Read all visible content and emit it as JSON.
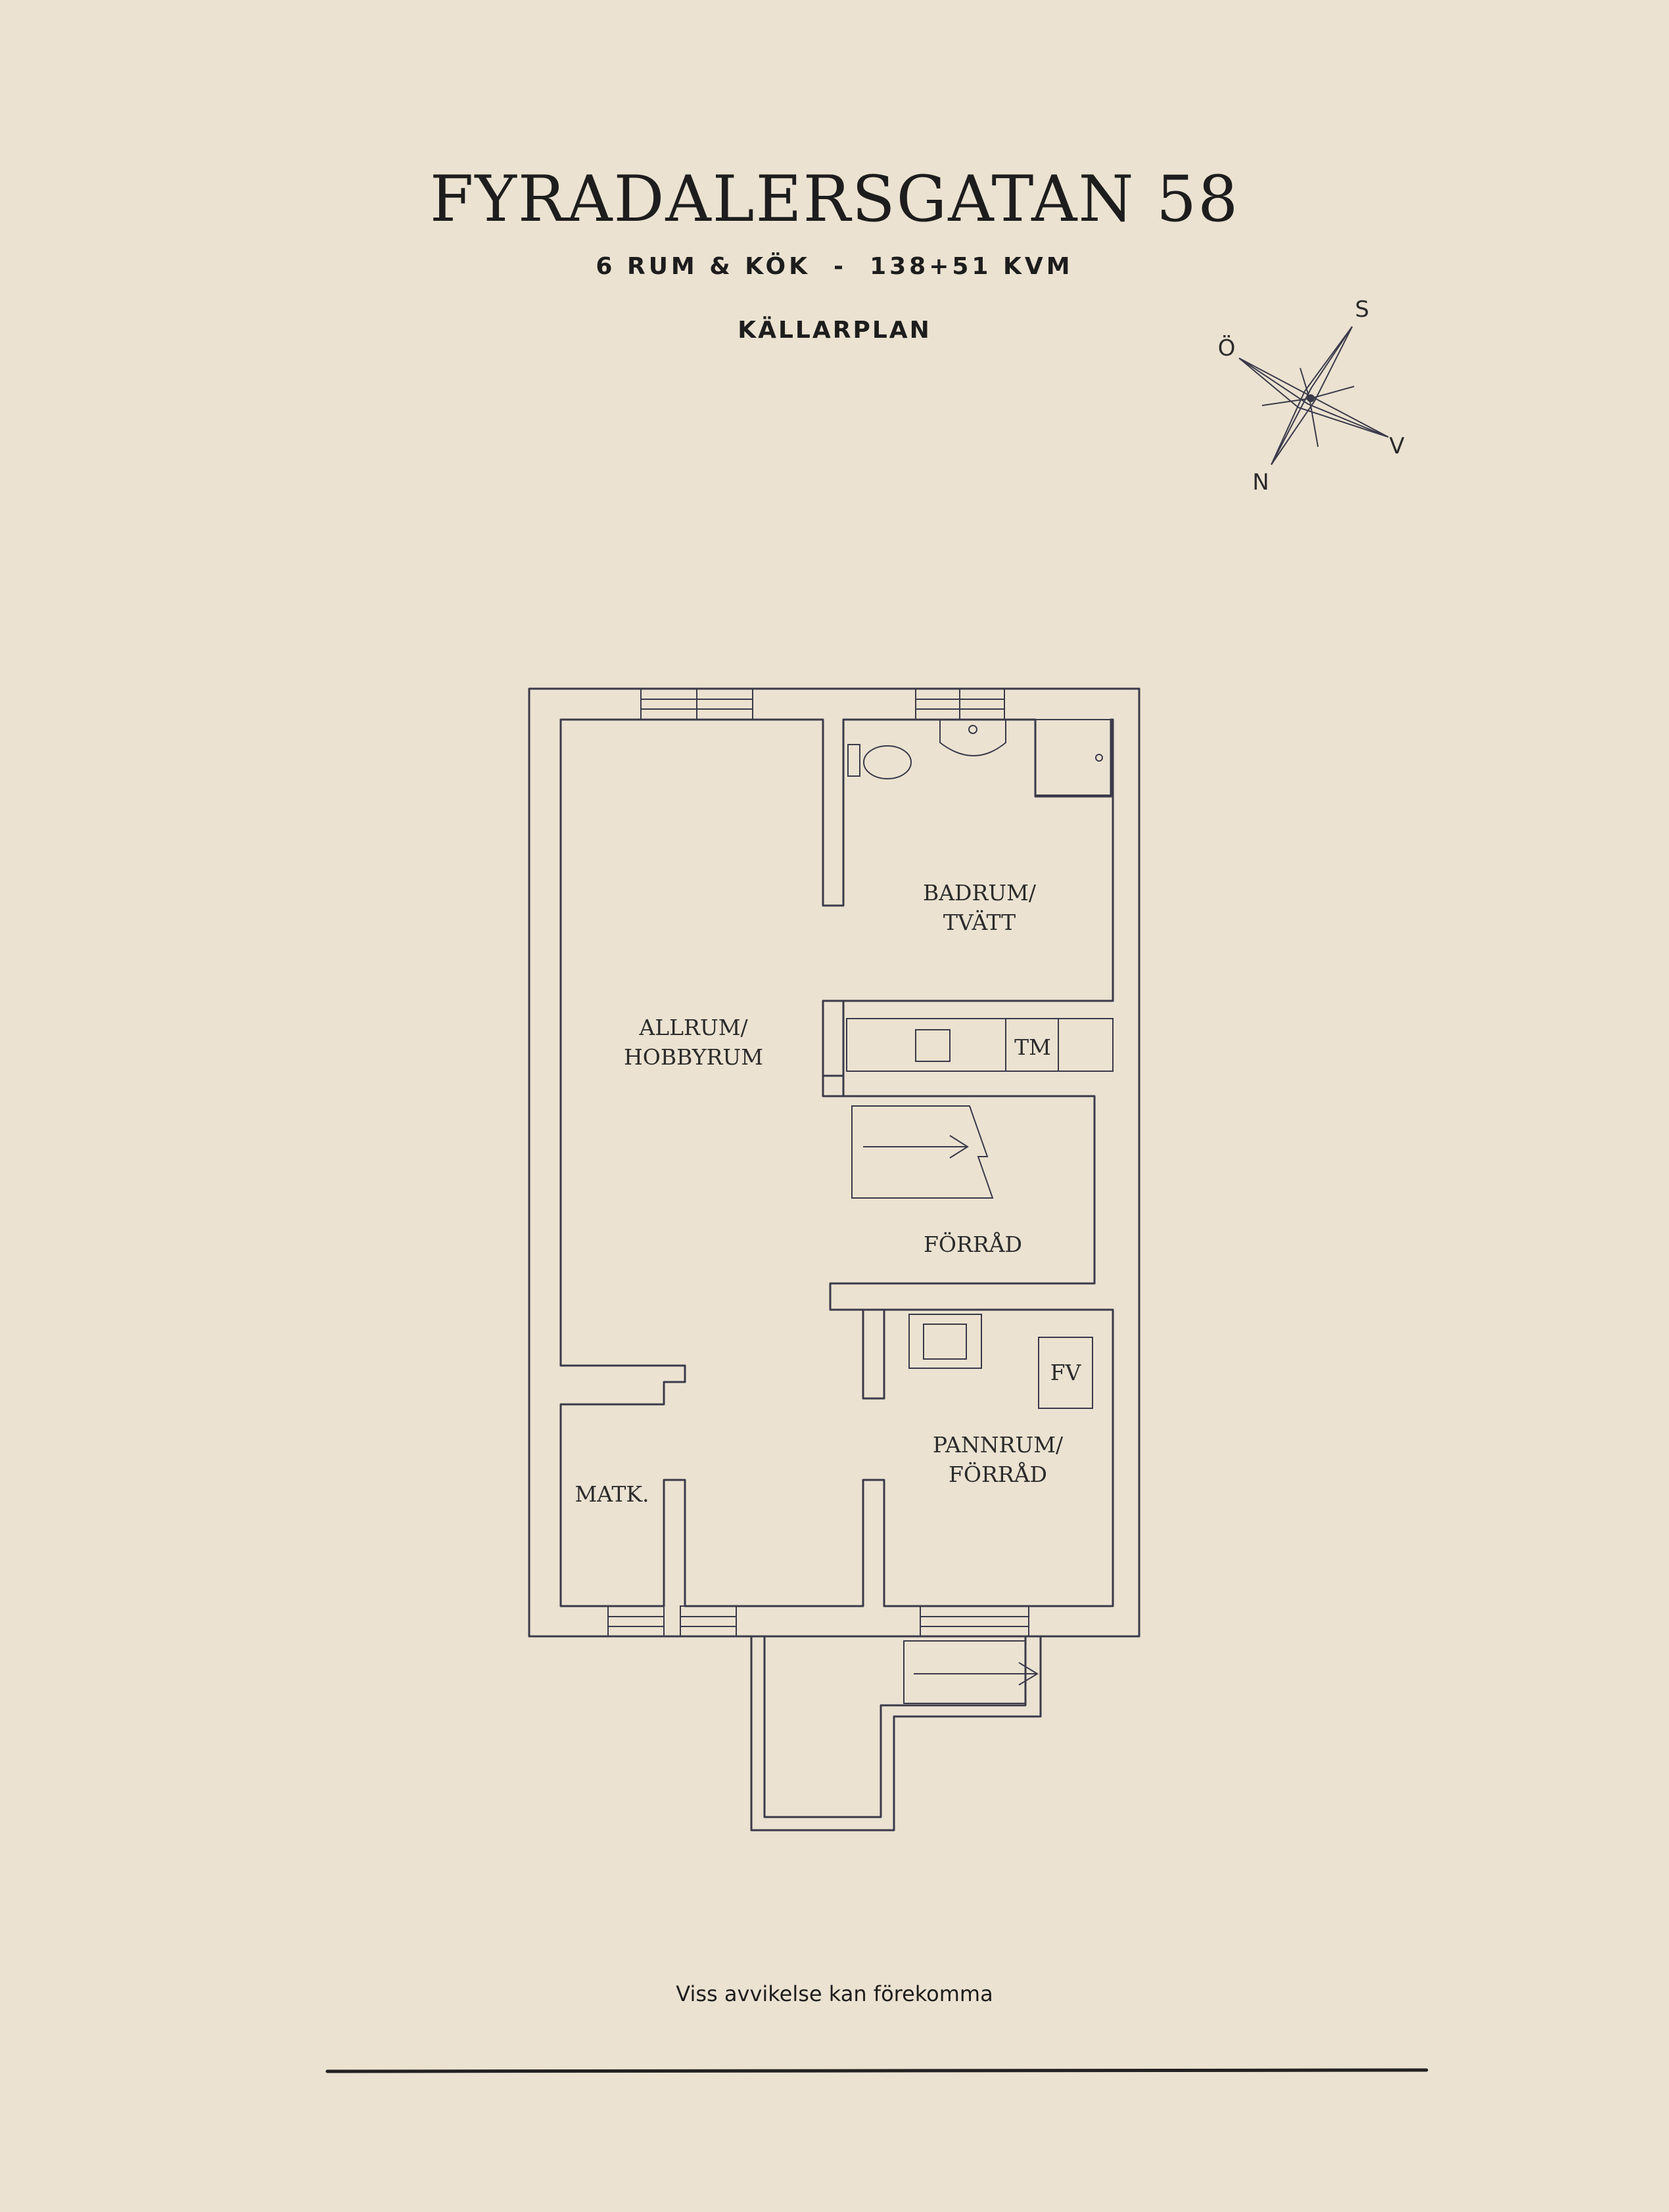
{
  "header": {
    "title": "FYRADALERSGATAN 58",
    "subtitle": "6 RUM & KÖK  -  138+51 KVM",
    "level": "KÄLLARPLAN"
  },
  "compass": {
    "north": "N",
    "south": "S",
    "east": "Ö",
    "west": "V"
  },
  "rooms": {
    "badrum_line1": "BADRUM/",
    "badrum_line2": "TVÄTT",
    "allrum_line1": "ALLRUM/",
    "allrum_line2": "HOBBYRUM",
    "tm": "TM",
    "forrad": "FÖRRÅD",
    "fv": "FV",
    "pannrum_line1": "PANNRUM/",
    "pannrum_line2": "FÖRRÅD",
    "matk": "MATK."
  },
  "footer": {
    "disclaimer": "Viss avvikelse kan förekomma"
  },
  "colors": {
    "background": "#ebe2d1",
    "ink": "#3a3a4a"
  }
}
